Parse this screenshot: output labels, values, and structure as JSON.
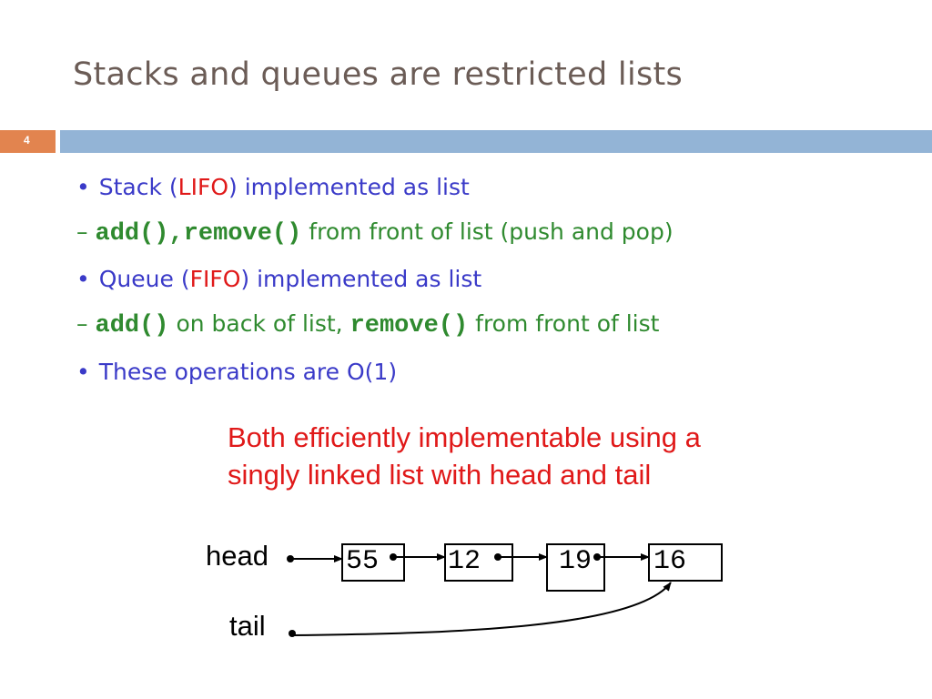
{
  "slide": {
    "title": "Stacks and queues are restricted lists",
    "number": "4"
  },
  "bullets": [
    {
      "pre": "Stack (",
      "hl": "LIFO",
      "post": ") implemented as list"
    },
    {
      "code": "add(),remove()",
      "text": " from front of list (push and pop)"
    },
    {
      "pre": "Queue (",
      "hl": "FIFO",
      "post": ") implemented as list"
    },
    {
      "code1": "add()",
      "text1": " on back of list, ",
      "code2": "remove()",
      "text2": " from front of list"
    },
    {
      "text": "These operations are O(1)"
    }
  ],
  "note": {
    "line1": "Both efficiently implementable using a",
    "line2": "singly linked list with head and tail"
  },
  "diagram": {
    "head_label": "head",
    "tail_label": "tail",
    "nodes": [
      "55",
      "12",
      "19",
      "16"
    ]
  }
}
